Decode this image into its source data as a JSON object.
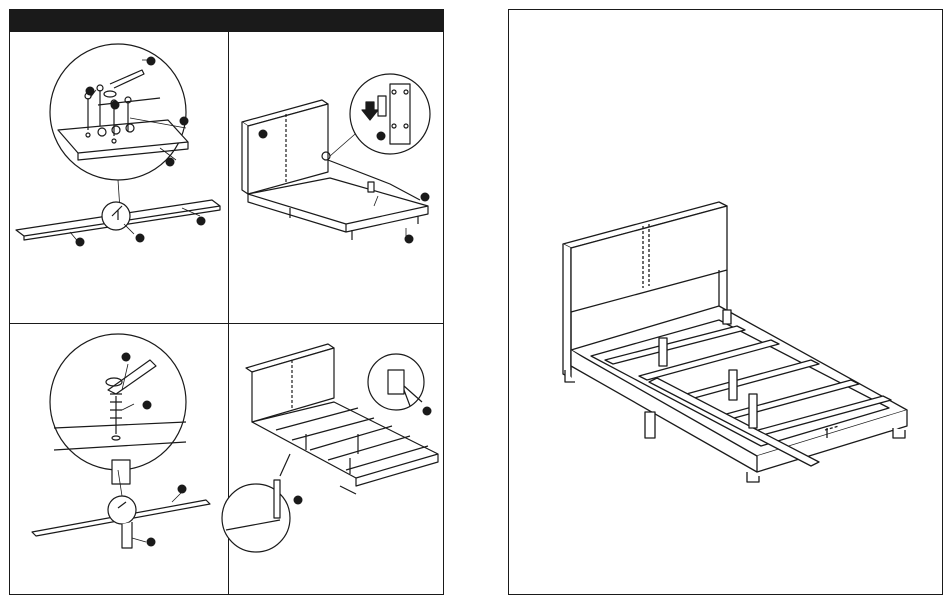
{
  "left_page": {
    "header_text": "",
    "panels": [
      {
        "id": "step-1",
        "callout_count": 8
      },
      {
        "id": "step-2",
        "callout_count": 4
      },
      {
        "id": "step-3",
        "callout_count": 4
      },
      {
        "id": "step-4",
        "callout_count": 2
      }
    ]
  },
  "right_page": {
    "illustration": "assembled-bed-frame"
  },
  "colors": {
    "ink": "#1a1a1a",
    "panel_fill": "#ffffff",
    "shade": "#d0d0d0"
  }
}
